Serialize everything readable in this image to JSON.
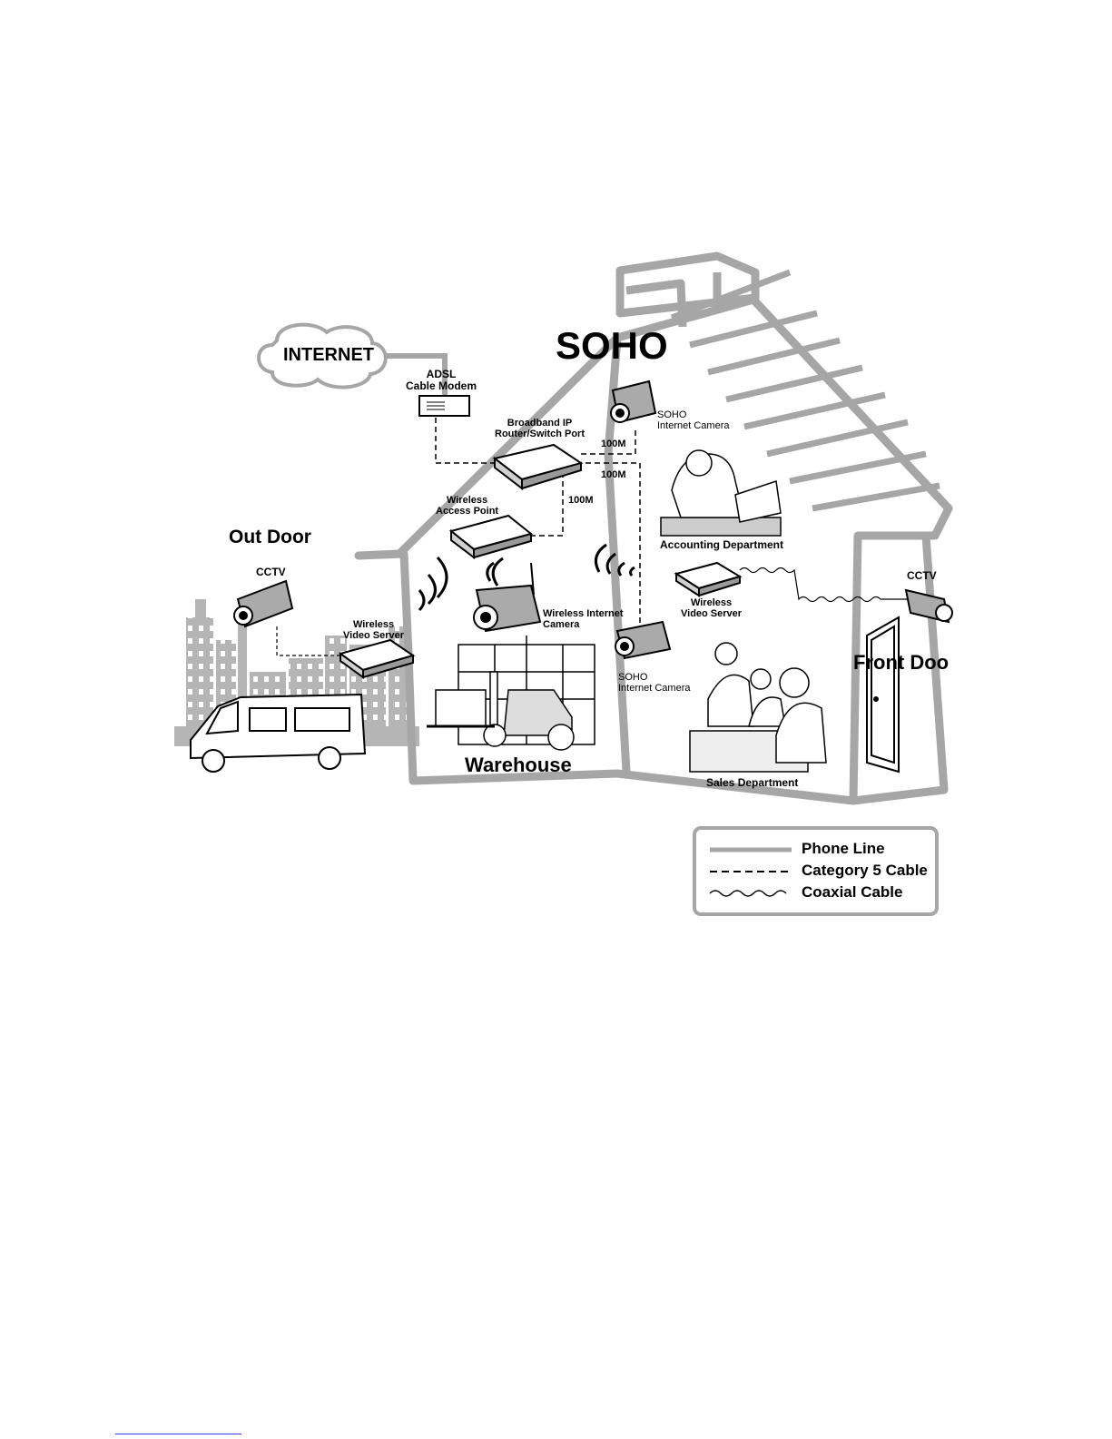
{
  "title": "SOHO",
  "cloud": {
    "label": "INTERNET"
  },
  "devices": {
    "modem": "ADSL\nCable Modem",
    "router": "Broadband IP\nRouter/Switch Port",
    "access_point": "Wireless\nAccess Point",
    "wireless_camera": "Wireless Internet\nCamera",
    "soho_camera_top": "SOHO\nInternet Camera",
    "soho_camera_mid": "SOHO\nInternet Camera",
    "video_server_inside": "Wireless\nVideo Server",
    "video_server_outdoor": "Wireless\nVideo Server",
    "cctv_outdoor": "CCTV",
    "cctv_front": "CCTV"
  },
  "link_labels": [
    "100M",
    "100M",
    "100M"
  ],
  "areas": {
    "outdoor": "Out Door",
    "warehouse": "Warehouse",
    "front_door": "Front Doo",
    "accounting": "Accounting Department",
    "sales": "Sales Department"
  },
  "legend": [
    {
      "sample": "solid",
      "label": "Phone Line"
    },
    {
      "sample": "dashed",
      "label": "Category 5 Cable"
    },
    {
      "sample": "wavy",
      "label": "Coaxial Cable"
    }
  ],
  "colors": {
    "house_outline": "#a6a6a6",
    "line": "#000000",
    "building": "#b5b5b5"
  }
}
